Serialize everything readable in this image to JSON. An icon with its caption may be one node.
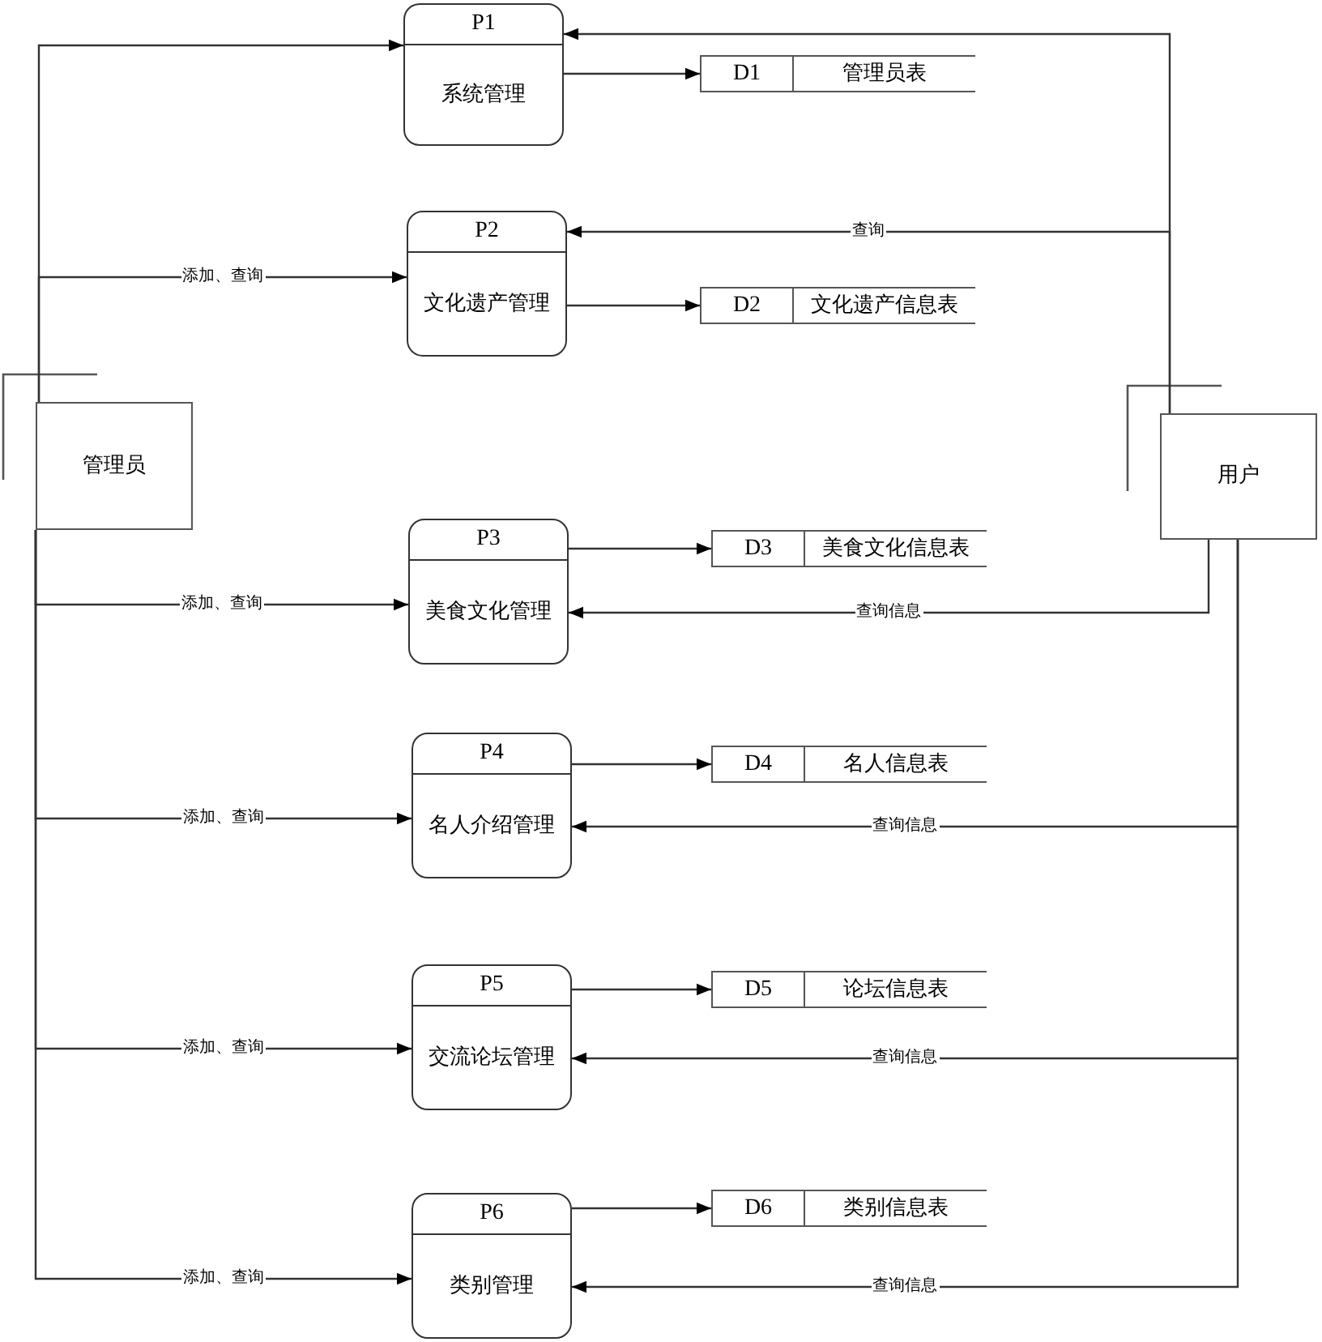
{
  "diagram": {
    "nodes": [
      {
        "text": [
          "管理员"
        ]
      },
      {
        "text": [
          "用户"
        ]
      },
      {
        "text": [
          "P1",
          "系统管理"
        ]
      },
      {
        "text": [
          "P2",
          "文化遗产管理"
        ]
      },
      {
        "text": [
          "P3",
          "美食文化管理"
        ]
      },
      {
        "text": [
          "P4",
          "名人介绍管理"
        ]
      },
      {
        "text": [
          "P5",
          "交流论坛管理"
        ]
      },
      {
        "text": [
          "P6",
          "类别管理"
        ]
      },
      {
        "text": [
          "D1",
          "管理员表"
        ]
      },
      {
        "text": [
          "D2",
          "文化遗产信息表"
        ]
      },
      {
        "text": [
          "D3",
          "美食文化信息表"
        ]
      },
      {
        "text": [
          "D4",
          "名人信息表"
        ]
      },
      {
        "text": [
          "D5",
          "论坛信息表"
        ]
      },
      {
        "text": [
          "D6",
          "类别信息表"
        ]
      }
    ],
    "edges": [
      {
        "from": 0,
        "to": 2,
        "arrow": "to"
      },
      {
        "from": 0,
        "to": 3,
        "arrow": "to",
        "label": "添加、查询"
      },
      {
        "from": 0,
        "to": 4,
        "arrow": "to",
        "label": "添加、查询"
      },
      {
        "from": 0,
        "to": 5,
        "arrow": "to",
        "label": "添加、查询"
      },
      {
        "from": 0,
        "to": 6,
        "arrow": "to",
        "label": "添加、查询"
      },
      {
        "from": 0,
        "to": 7,
        "arrow": "to",
        "label": "添加、查询"
      },
      {
        "from": 1,
        "to": 2,
        "arrow": "to"
      },
      {
        "from": 1,
        "to": 3,
        "arrow": "to",
        "label": "查询"
      },
      {
        "from": 1,
        "to": 4,
        "arrow": "to",
        "label": "查询信息"
      },
      {
        "from": 1,
        "to": 5,
        "arrow": "to",
        "label": "查询信息"
      },
      {
        "from": 1,
        "to": 6,
        "arrow": "to",
        "label": "查询信息"
      },
      {
        "from": 1,
        "to": 7,
        "arrow": "to",
        "label": "查询信息"
      },
      {
        "from": 2,
        "to": 8,
        "arrow": "to"
      },
      {
        "from": 3,
        "to": 9,
        "arrow": "to"
      },
      {
        "from": 4,
        "to": 10,
        "arrow": "to"
      },
      {
        "from": 5,
        "to": 11,
        "arrow": "to"
      },
      {
        "from": 6,
        "to": 12,
        "arrow": "to"
      },
      {
        "from": 7,
        "to": 13,
        "arrow": "to"
      }
    ]
  }
}
